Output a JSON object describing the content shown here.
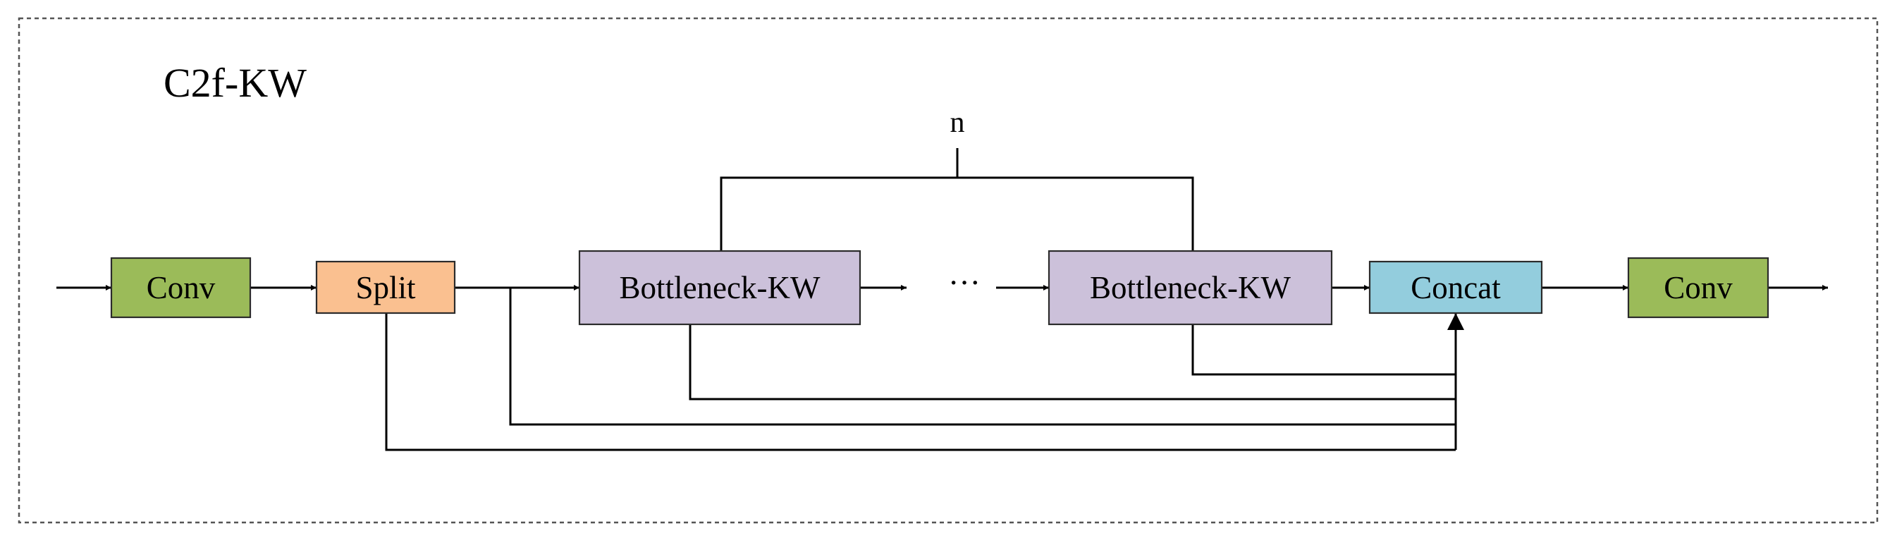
{
  "title": "C2f-KW",
  "repeat_label": "n",
  "ellipsis": "···",
  "colors": {
    "conv": "#9bbb59",
    "split": "#fac090",
    "bottleneck": "#ccc1da",
    "concat": "#93cddd",
    "stroke": "#000000",
    "frame": "#555555"
  },
  "nodes": {
    "conv_in": {
      "label": "Conv"
    },
    "split": {
      "label": "Split"
    },
    "bottleneck_1": {
      "label": "Bottleneck-KW"
    },
    "bottleneck_n": {
      "label": "Bottleneck-KW"
    },
    "concat": {
      "label": "Concat"
    },
    "conv_out": {
      "label": "Conv"
    }
  }
}
